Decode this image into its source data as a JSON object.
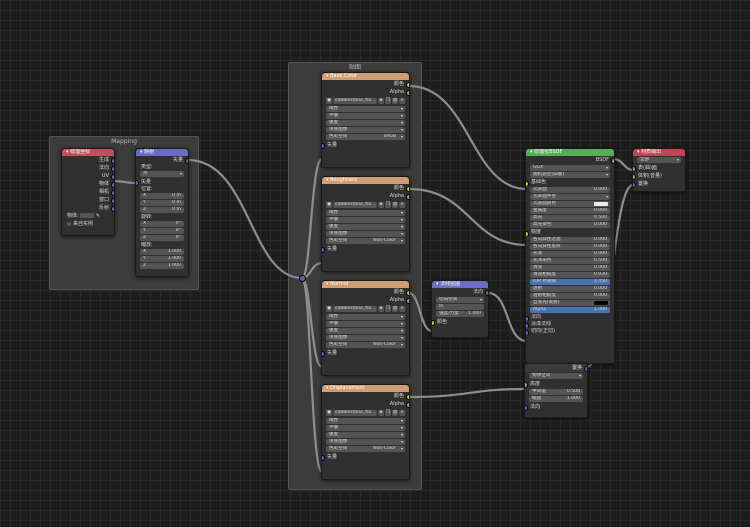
{
  "frames": {
    "mapping": {
      "label": "Mapping"
    },
    "textures": {
      "label": "贴图"
    }
  },
  "texcoord": {
    "title": "纹理坐标",
    "outputs": [
      "生成",
      "法向",
      "UV",
      "物体",
      "相机",
      "窗口",
      "反射"
    ],
    "object_label": "物体:",
    "from_instancer": "来自实例"
  },
  "mapping_node": {
    "title": "映射",
    "output": "矢量",
    "type_label": "类型:",
    "type_value": "点",
    "vector_label": "矢量",
    "location_label": "位置:",
    "location": [
      {
        "k": "X",
        "v": "0 m"
      },
      {
        "k": "Y",
        "v": "0 m"
      },
      {
        "k": "Z",
        "v": "0 m"
      }
    ],
    "rotation_label": "旋转:",
    "rotation": [
      {
        "k": "X",
        "v": "0°"
      },
      {
        "k": "Y",
        "v": "0°"
      },
      {
        "k": "Z",
        "v": "0°"
      }
    ],
    "scale_label": "缩放:",
    "scale": [
      {
        "k": "X",
        "v": "1.000"
      },
      {
        "k": "Y",
        "v": "1.000"
      },
      {
        "k": "Z",
        "v": "1.000"
      }
    ]
  },
  "image_nodes": [
    {
      "title": "Base Color",
      "file": "cobblestone_flo...",
      "interp": "线性",
      "proj": "平展",
      "ext": "重复",
      "source": "单张图像",
      "cs_label": "色彩空间",
      "cs_value": "sRGB",
      "out_color": "颜色",
      "out_alpha": "Alpha",
      "in_vector": "矢量"
    },
    {
      "title": "Roughness",
      "file": "cobblestone_flo...",
      "interp": "线性",
      "proj": "平展",
      "ext": "重复",
      "source": "单张图像",
      "cs_label": "色彩空间",
      "cs_value": "Non-Color",
      "out_color": "颜色",
      "out_alpha": "Alpha",
      "in_vector": "矢量"
    },
    {
      "title": "Normal",
      "file": "cobblestone_flo...",
      "interp": "线性",
      "proj": "平展",
      "ext": "重复",
      "source": "单张图像",
      "cs_label": "色彩空间",
      "cs_value": "Non-Color",
      "out_color": "颜色",
      "out_alpha": "Alpha",
      "in_vector": "矢量"
    },
    {
      "title": "Displacement",
      "file": "cobblestone_flo...",
      "interp": "线性",
      "proj": "平展",
      "ext": "重复",
      "source": "单张图像",
      "cs_label": "色彩空间",
      "cs_value": "Non-Color",
      "out_color": "颜色",
      "out_alpha": "Alpha",
      "in_vector": "矢量"
    }
  ],
  "normalmap": {
    "title": "法线贴图",
    "output": "法向",
    "space": "切向空间",
    "strength_label": "强度/力度",
    "strength": "1.000",
    "color_in": "颜色"
  },
  "bsdf": {
    "title": "原理化BSDF",
    "output": "BSDF",
    "distribution": "GGX",
    "subsurface_method": "随机游走(旧版)",
    "rows": [
      {
        "l": "基础色",
        "v": "",
        "t": "sock"
      },
      {
        "l": "次表面",
        "v": "0.000",
        "t": "val"
      },
      {
        "l": "次表面半径",
        "v": "",
        "t": "drop"
      },
      {
        "l": "次表面颜色",
        "v": "",
        "t": "white"
      },
      {
        "l": "金属度",
        "v": "0.000",
        "t": "val"
      },
      {
        "l": "高光",
        "v": "0.500",
        "t": "val"
      },
      {
        "l": "高光染色",
        "v": "0.000",
        "t": "val"
      },
      {
        "l": "糙度",
        "v": "",
        "t": "sock"
      },
      {
        "l": "各向异性过滤",
        "v": "0.000",
        "t": "val"
      },
      {
        "l": "各向异性旋转",
        "v": "0.000",
        "t": "val"
      },
      {
        "l": "光泽",
        "v": "0.000",
        "t": "val"
      },
      {
        "l": "光泽染色",
        "v": "0.500",
        "t": "val"
      },
      {
        "l": "清漆",
        "v": "0.000",
        "t": "val"
      },
      {
        "l": "清漆粗糙度",
        "v": "0.030",
        "t": "val"
      },
      {
        "l": "IOR 折射率",
        "v": "1.450",
        "t": "blue"
      },
      {
        "l": "透射",
        "v": "0.000",
        "t": "val"
      },
      {
        "l": "透射粗糙度",
        "v": "0.000",
        "t": "val"
      },
      {
        "l": "自发光(发射)",
        "v": "",
        "t": "black"
      },
      {
        "l": "Alpha",
        "v": "1.000",
        "t": "blue"
      },
      {
        "l": "法向",
        "v": "",
        "t": "sock"
      },
      {
        "l": "清漆法线",
        "v": "",
        "t": "sock"
      },
      {
        "l": "切向(正切)",
        "v": "",
        "t": "sock"
      }
    ]
  },
  "output_node": {
    "title": "材质输出",
    "target": "全部",
    "inputs": [
      "表(曲)面",
      "体积(音量)",
      "置换"
    ]
  },
  "displacement": {
    "title": "置换",
    "space": "物体空间",
    "height": "高度",
    "midlevel_label": "中间值",
    "midlevel": "0.500",
    "scale_label": "缩放",
    "scale": "1.000",
    "normal": "法向"
  },
  "colors": {
    "texture_header": "#cf9e74",
    "vector_header": "#6c6cc4",
    "shader_header": "#55b055",
    "output_header": "#c04552",
    "link": "#8e8e8e"
  }
}
